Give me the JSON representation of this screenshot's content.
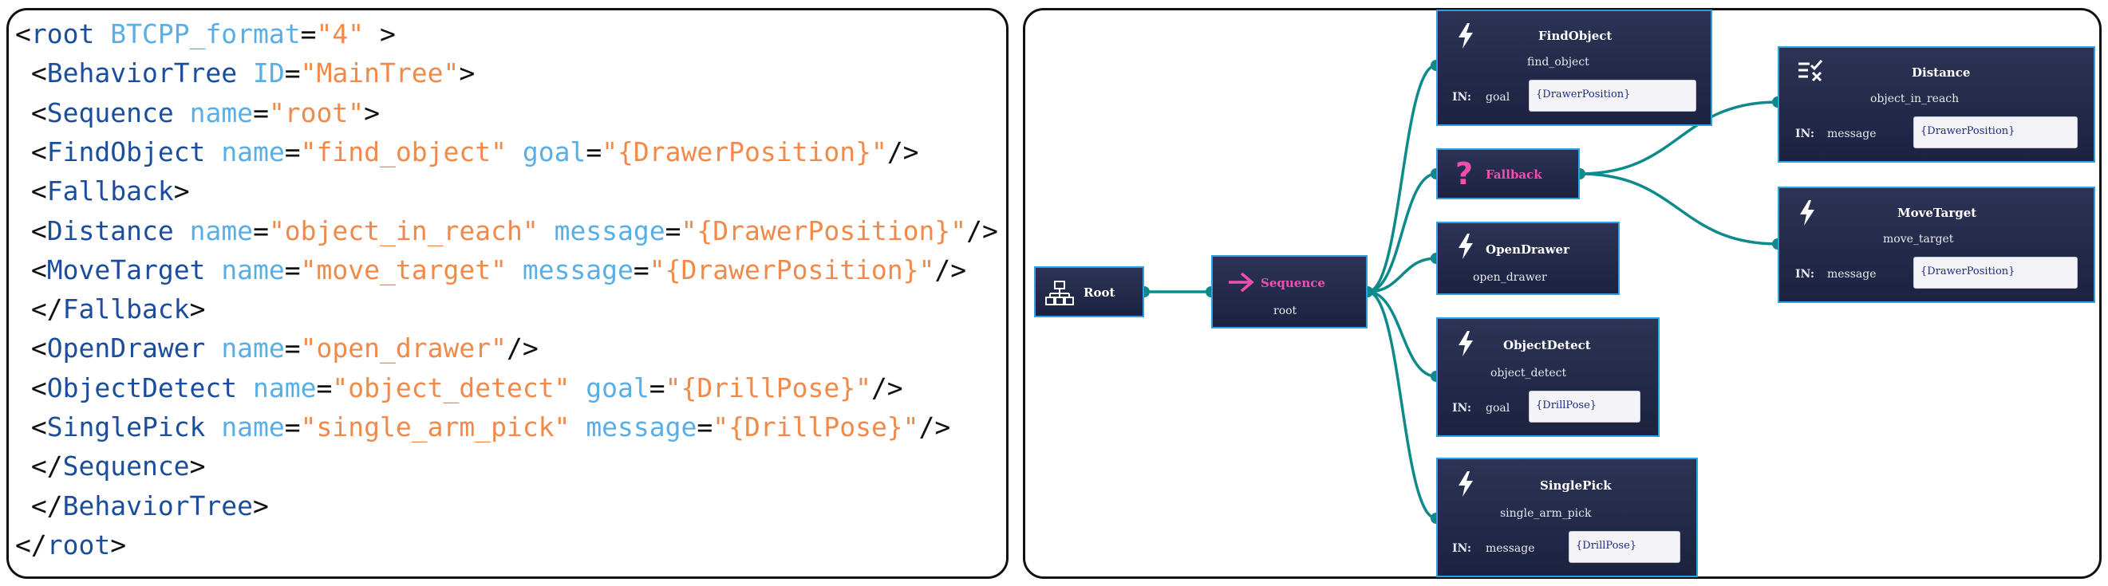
{
  "code": {
    "lines": [
      [
        [
          "p",
          "<"
        ],
        [
          "t",
          "root"
        ],
        [
          "p",
          " "
        ],
        [
          "a",
          "BTCPP_format"
        ],
        [
          "p",
          "="
        ],
        [
          "v",
          "\"4\""
        ],
        [
          "p",
          " >"
        ]
      ],
      [
        [
          "p",
          " <"
        ],
        [
          "t",
          "BehaviorTree"
        ],
        [
          "p",
          " "
        ],
        [
          "a",
          "ID"
        ],
        [
          "p",
          "="
        ],
        [
          "v",
          "\"MainTree\""
        ],
        [
          "p",
          ">"
        ]
      ],
      [
        [
          "p",
          " <"
        ],
        [
          "t",
          "Sequence"
        ],
        [
          "p",
          " "
        ],
        [
          "a",
          "name"
        ],
        [
          "p",
          "="
        ],
        [
          "v",
          "\"root\""
        ],
        [
          "p",
          ">"
        ]
      ],
      [
        [
          "p",
          " <"
        ],
        [
          "t",
          "FindObject"
        ],
        [
          "p",
          " "
        ],
        [
          "a",
          "name"
        ],
        [
          "p",
          "="
        ],
        [
          "v",
          "\"find_object\""
        ],
        [
          "p",
          " "
        ],
        [
          "a",
          "goal"
        ],
        [
          "p",
          "="
        ],
        [
          "v",
          "\"{DrawerPosition}\""
        ],
        [
          "p",
          "/>"
        ]
      ],
      [
        [
          "p",
          " <"
        ],
        [
          "t",
          "Fallback"
        ],
        [
          "p",
          ">"
        ]
      ],
      [
        [
          "p",
          " <"
        ],
        [
          "t",
          "Distance"
        ],
        [
          "p",
          " "
        ],
        [
          "a",
          "name"
        ],
        [
          "p",
          "="
        ],
        [
          "v",
          "\"object_in_reach\""
        ],
        [
          "p",
          " "
        ],
        [
          "a",
          "message"
        ],
        [
          "p",
          "="
        ],
        [
          "v",
          "\"{DrawerPosition}\""
        ],
        [
          "p",
          "/>"
        ]
      ],
      [
        [
          "p",
          " <"
        ],
        [
          "t",
          "MoveTarget"
        ],
        [
          "p",
          " "
        ],
        [
          "a",
          "name"
        ],
        [
          "p",
          "="
        ],
        [
          "v",
          "\"move_target\""
        ],
        [
          "p",
          " "
        ],
        [
          "a",
          "message"
        ],
        [
          "p",
          "="
        ],
        [
          "v",
          "\"{DrawerPosition}\""
        ],
        [
          "p",
          "/>"
        ]
      ],
      [
        [
          "p",
          " </"
        ],
        [
          "t",
          "Fallback"
        ],
        [
          "p",
          ">"
        ]
      ],
      [
        [
          "p",
          " <"
        ],
        [
          "t",
          "OpenDrawer"
        ],
        [
          "p",
          " "
        ],
        [
          "a",
          "name"
        ],
        [
          "p",
          "="
        ],
        [
          "v",
          "\"open_drawer\""
        ],
        [
          "p",
          "/>"
        ]
      ],
      [
        [
          "p",
          " <"
        ],
        [
          "t",
          "ObjectDetect"
        ],
        [
          "p",
          " "
        ],
        [
          "a",
          "name"
        ],
        [
          "p",
          "="
        ],
        [
          "v",
          "\"object_detect\""
        ],
        [
          "p",
          " "
        ],
        [
          "a",
          "goal"
        ],
        [
          "p",
          "="
        ],
        [
          "v",
          "\"{DrillPose}\""
        ],
        [
          "p",
          "/>"
        ]
      ],
      [
        [
          "p",
          " <"
        ],
        [
          "t",
          "SinglePick"
        ],
        [
          "p",
          " "
        ],
        [
          "a",
          "name"
        ],
        [
          "p",
          "="
        ],
        [
          "v",
          "\"single_arm_pick\""
        ],
        [
          "p",
          " "
        ],
        [
          "a",
          "message"
        ],
        [
          "p",
          "="
        ],
        [
          "v",
          "\"{DrillPose}\""
        ],
        [
          "p",
          "/>"
        ]
      ],
      [
        [
          "p",
          " </"
        ],
        [
          "t",
          "Sequence"
        ],
        [
          "p",
          ">"
        ]
      ],
      [
        [
          "p",
          " </"
        ],
        [
          "t",
          "BehaviorTree"
        ],
        [
          "p",
          ">"
        ]
      ],
      [
        [
          "p",
          "</"
        ],
        [
          "t",
          "root"
        ],
        [
          "p",
          ">"
        ]
      ]
    ]
  },
  "colors": {
    "tag": "#1a4e9c",
    "attr": "#5aaee6",
    "value": "#f08a4b",
    "wire": "#0e8a8a",
    "node_border": "#2f9fe0",
    "accent_pink": "#f04fb0"
  },
  "graph": {
    "root": {
      "title": "Root",
      "icon": "tree-icon"
    },
    "sequence": {
      "title": "Sequence",
      "name": "root",
      "icon": "arrow-right-icon"
    },
    "find_object": {
      "title": "FindObject",
      "name": "find_object",
      "port_label": "IN:",
      "port_key": "goal",
      "port_value": "{DrawerPosition}",
      "icon": "lightning-icon"
    },
    "fallback": {
      "title": "Fallback",
      "icon": "question-icon"
    },
    "open_drawer": {
      "title": "OpenDrawer",
      "name": "open_drawer",
      "icon": "lightning-icon"
    },
    "object_detect": {
      "title": "ObjectDetect",
      "name": "object_detect",
      "port_label": "IN:",
      "port_key": "goal",
      "port_value": "{DrillPose}",
      "icon": "lightning-icon"
    },
    "single_pick": {
      "title": "SinglePick",
      "name": "single_arm_pick",
      "port_label": "IN:",
      "port_key": "message",
      "port_value": "{DrillPose}",
      "icon": "lightning-icon"
    },
    "distance": {
      "title": "Distance",
      "name": "object_in_reach",
      "port_label": "IN:",
      "port_key": "message",
      "port_value": "{DrawerPosition}",
      "icon": "condition-icon"
    },
    "move_target": {
      "title": "MoveTarget",
      "name": "move_target",
      "port_label": "IN:",
      "port_key": "message",
      "port_value": "{DrawerPosition}",
      "icon": "lightning-icon"
    }
  }
}
